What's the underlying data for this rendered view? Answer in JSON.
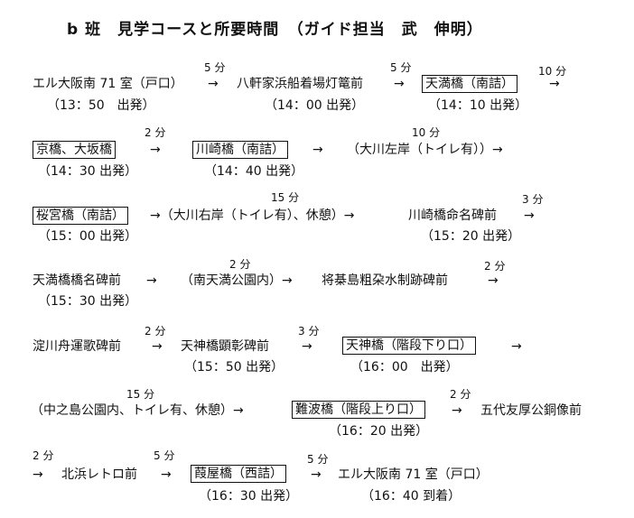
{
  "title": "b 班　見学コースと所要時間　（ガイド担当　武　伸明）",
  "rows": [
    {
      "items": [
        {
          "text": "エル大阪南 71 室（戸口）",
          "boxed": false
        },
        {
          "text": "→",
          "boxed": false
        },
        {
          "text": "八軒家浜船着場灯篭前",
          "boxed": false
        },
        {
          "text": "→",
          "boxed": false
        },
        {
          "text": "天満橋（南詰）",
          "boxed": true
        },
        {
          "text": "→",
          "boxed": false
        }
      ],
      "durations": [
        "5 分",
        "5 分",
        "10 分"
      ],
      "times": [
        "（13：50　出発）",
        "（14：00 出発）",
        "（14：10 出発）"
      ]
    },
    {
      "items": [
        {
          "text": "京橋、大坂橋",
          "boxed": true
        },
        {
          "text": "→",
          "boxed": false
        },
        {
          "text": "川崎橋（南詰）",
          "boxed": true
        },
        {
          "text": "→",
          "boxed": false
        },
        {
          "text": "（大川左岸（トイレ有））→",
          "boxed": false
        }
      ],
      "durations": [
        "2 分",
        "10 分"
      ],
      "times": [
        "（14：30 出発）",
        "（14：40 出発）"
      ]
    },
    {
      "items": [
        {
          "text": "桜宮橋（南詰）",
          "boxed": true
        },
        {
          "text": "→（大川右岸（トイレ有）、休憩）→",
          "boxed": false
        },
        {
          "text": "川崎橋命名碑前",
          "boxed": false
        },
        {
          "text": "→",
          "boxed": false
        }
      ],
      "durations": [
        "15 分",
        "3 分"
      ],
      "times": [
        "（15：00 出発）",
        "（15：20 出発）"
      ]
    },
    {
      "items": [
        {
          "text": "天満橋橋名碑前",
          "boxed": false
        },
        {
          "text": "→",
          "boxed": false
        },
        {
          "text": "（南天満公園内）→",
          "boxed": false
        },
        {
          "text": "将棊島粗朶水制跡碑前",
          "boxed": false
        },
        {
          "text": "→",
          "boxed": false
        }
      ],
      "durations": [
        "2 分",
        "2 分"
      ],
      "times": [
        "（15：30 出発）"
      ]
    },
    {
      "items": [
        {
          "text": "淀川舟運歌碑前",
          "boxed": false
        },
        {
          "text": "→",
          "boxed": false
        },
        {
          "text": "天神橋顕彰碑前",
          "boxed": false
        },
        {
          "text": "→",
          "boxed": false
        },
        {
          "text": "天神橋（階段下り口）",
          "boxed": true
        },
        {
          "text": "→",
          "boxed": false
        }
      ],
      "durations": [
        "2 分",
        "3 分"
      ],
      "times": [
        "（15：50 出発）",
        "（16：00　出発）"
      ]
    },
    {
      "items": [
        {
          "text": "（中之島公園内、トイレ有、休憩）→",
          "boxed": false
        },
        {
          "text": "難波橋（階段上り口）",
          "boxed": true
        },
        {
          "text": "→",
          "boxed": false
        },
        {
          "text": "五代友厚公銅像前",
          "boxed": false
        }
      ],
      "durations": [
        "15 分",
        "2 分"
      ],
      "times": [
        "（16：20 出発）"
      ]
    },
    {
      "items": [
        {
          "text": "→",
          "boxed": false
        },
        {
          "text": "北浜レトロ前",
          "boxed": false
        },
        {
          "text": "→",
          "boxed": false
        },
        {
          "text": "葭屋橋（西詰）",
          "boxed": true
        },
        {
          "text": "→",
          "boxed": false
        },
        {
          "text": "エル大阪南 71 室（戸口）",
          "boxed": false
        }
      ],
      "durations": [
        "2 分",
        "5 分",
        "5 分"
      ],
      "times": [
        "（16：30 出発）",
        "（16：40 到着）"
      ]
    }
  ]
}
